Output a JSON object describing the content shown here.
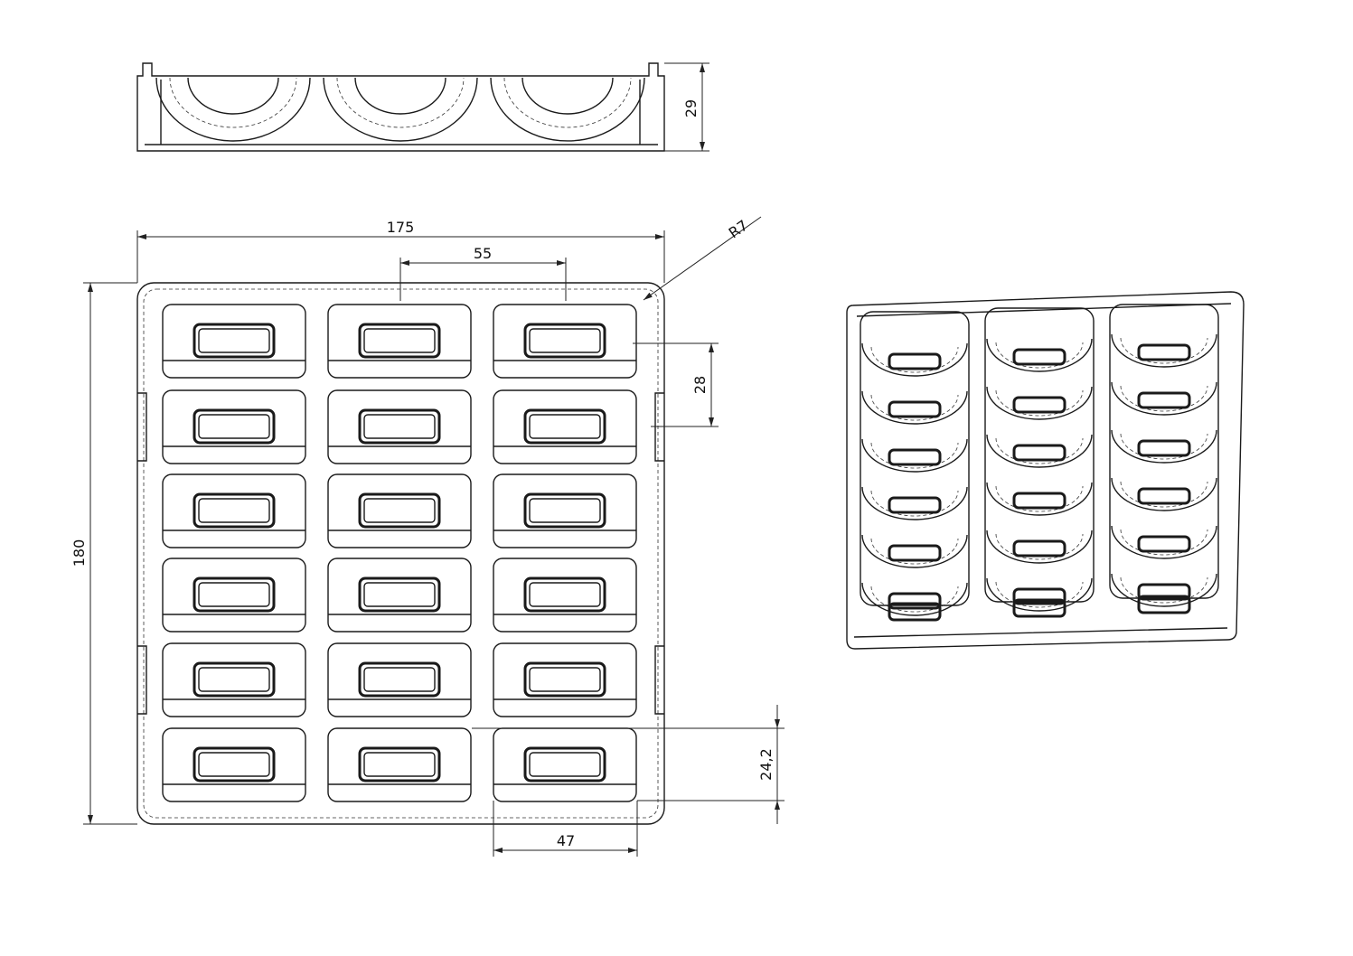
{
  "drawing": {
    "views": [
      "side-view",
      "top-view",
      "isometric-view"
    ],
    "grid": {
      "columns": 3,
      "rows": 6
    },
    "dimensions": {
      "overall_width": "175",
      "pitch_x": "55",
      "corner_radius": "R7",
      "pitch_y": "28",
      "overall_length": "180",
      "cell_height": "24,2",
      "cell_width": "47",
      "overall_height": "29"
    },
    "line_color": "#1a1a1a"
  }
}
